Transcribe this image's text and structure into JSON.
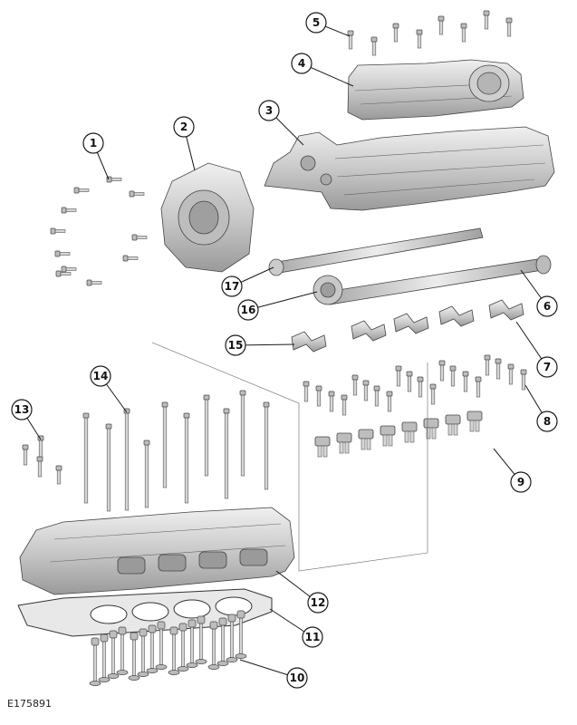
{
  "figure_id": "E175891",
  "callouts": [
    {
      "label": "1"
    },
    {
      "label": "2"
    },
    {
      "label": "3"
    },
    {
      "label": "4"
    },
    {
      "label": "5"
    },
    {
      "label": "6"
    },
    {
      "label": "7"
    },
    {
      "label": "8"
    },
    {
      "label": "9"
    },
    {
      "label": "10"
    },
    {
      "label": "11"
    },
    {
      "label": "12"
    },
    {
      "label": "13"
    },
    {
      "label": "14"
    },
    {
      "label": "15"
    },
    {
      "label": "16"
    },
    {
      "label": "17"
    }
  ],
  "colors": {
    "line": "#1a1a1a",
    "metal_light": "#e6e6e6",
    "metal_dark": "#9a9a9a",
    "background": "#ffffff"
  }
}
